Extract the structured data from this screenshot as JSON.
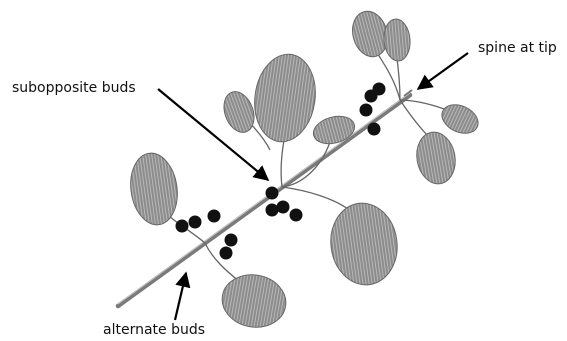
{
  "labels": {
    "subopposite": "subopposite buds",
    "spine": "spine at tip",
    "alternate": "alternate buds"
  },
  "colors": {
    "leaf": "#8c8c8c",
    "leaf_texture": "#b8b8b8",
    "stem": "#7a7a7a",
    "petiole": "#666666",
    "bud": "#111111",
    "arrow": "#000000"
  }
}
